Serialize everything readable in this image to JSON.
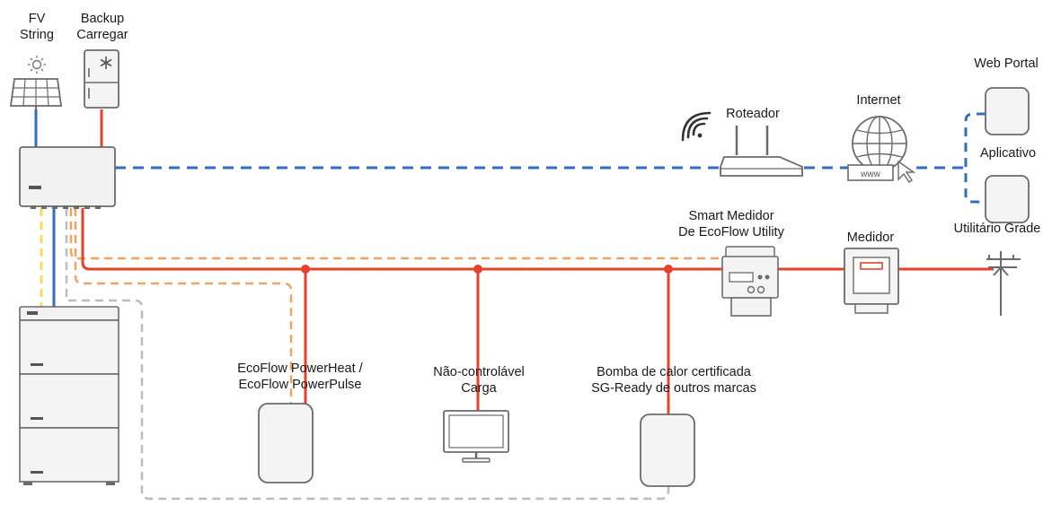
{
  "labels": {
    "pv_line1": "FV",
    "pv_line2": "String",
    "backup_line1": "Backup",
    "backup_line2": "Carregar",
    "router": "Roteador",
    "internet": "Internet",
    "web_portal": "Web Portal",
    "app": "Aplicativo",
    "smart_meter_line1": "Smart Medidor",
    "smart_meter_line2": "De EcoFlow Utility",
    "meter": "Medidor",
    "utility_grid": "Utilitário Grade",
    "powerheat_line1": "EcoFlow PowerHeat /",
    "powerheat_line2": "EcoFlow PowerPulse",
    "load_line1": "Não-controlável",
    "load_line2": "Carga",
    "heatpump_line1": "Bomba de calor certificada",
    "heatpump_line2": "SG-Ready de outros marcas",
    "www": "www"
  },
  "colors": {
    "power": "#e8412a",
    "data": "#2f6fc2",
    "control": "#f2a25a",
    "signal": "#bcbcbc",
    "pv_dc": "#2f6fc2",
    "battery_link": "#f5dc5a",
    "device_stroke": "#6b6b6b",
    "device_fill": "#f4f4f4"
  }
}
